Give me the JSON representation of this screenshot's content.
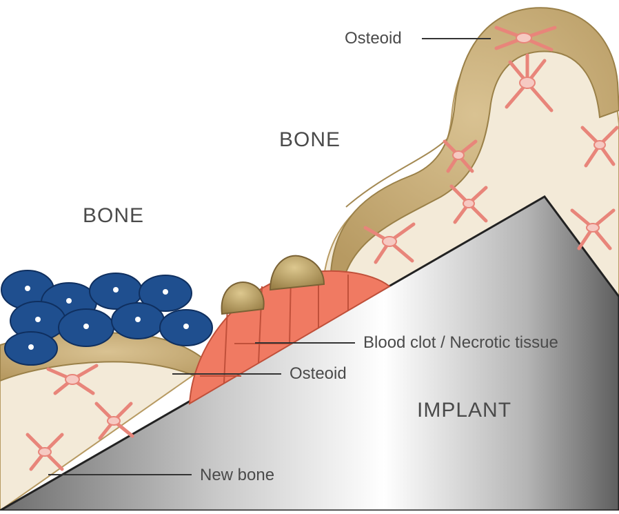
{
  "labels": {
    "osteoid_top": "Osteoid",
    "bone_upper": "BONE",
    "bone_left": "BONE",
    "blood_clot": "Blood clot / Necrotic tissue",
    "osteoid_mid": "Osteoid",
    "implant": "IMPLANT",
    "new_bone": "New bone"
  },
  "colors": {
    "osteoid_tan": "#c8ac78",
    "bone_cream": "#f3ead8",
    "osteocyte": "#e8857a",
    "blood_clot": "#f07a62",
    "osteoclast_blue": "#1f4f8f",
    "implant_dark": "#7a7a7a",
    "implant_light": "#ffffff"
  }
}
